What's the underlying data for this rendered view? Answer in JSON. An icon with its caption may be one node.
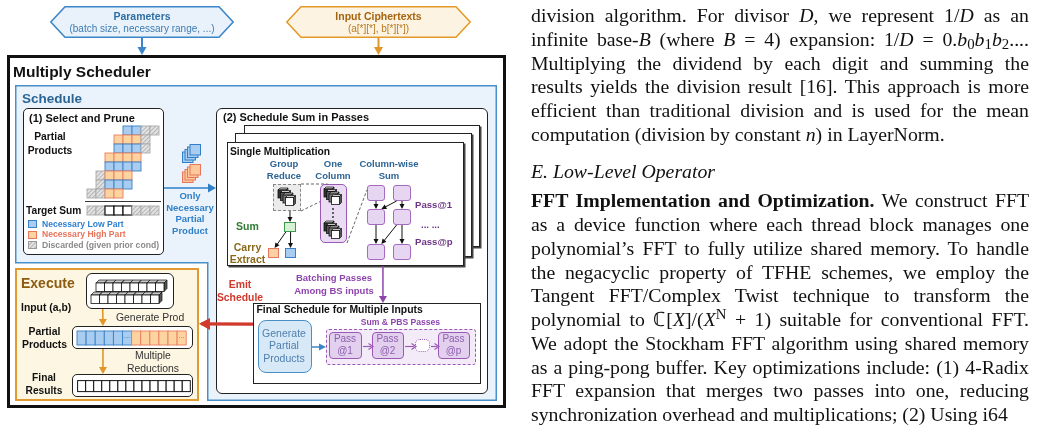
{
  "diagram": {
    "nodes": [
      {
        "text": [
          "Parameters",
          "(batch size, necessary range, ...)"
        ]
      },
      {
        "text": [
          "Input Ciphertexts",
          "(a[*][*], b[*][*])"
        ]
      },
      {
        "text": [
          "Multiply Scheduler"
        ]
      },
      {
        "text": [
          "Schedule"
        ],
        "in": 2
      },
      {
        "text": [
          "(1) Select and Prune"
        ],
        "in": 3
      },
      {
        "text": [
          "(2) Schedule Sum in Passes"
        ],
        "in": 3
      },
      {
        "text": [
          "Single Multiplication"
        ],
        "in": 5
      },
      {
        "text": [],
        "shape": "box",
        "in": 6
      },
      {
        "text": [],
        "shape": "box",
        "beside": [
          "Sum"
        ],
        "in": 6
      },
      {
        "text": [],
        "shape": "box",
        "beside": [
          "Carry Extract"
        ],
        "in": 6
      },
      {
        "text": [],
        "shape": "box",
        "in": 6
      },
      {
        "text": [],
        "shape": "box",
        "in": 6
      },
      {
        "text": [],
        "shape": "box",
        "in": 6
      },
      {
        "text": [],
        "shape": "box",
        "in": 6
      },
      {
        "text": [],
        "shape": "box",
        "in": 6
      },
      {
        "text": [],
        "shape": "box",
        "in": 6
      },
      {
        "text": [],
        "shape": "box",
        "in": 6
      },
      {
        "text": [],
        "shape": "box",
        "in": 6
      },
      {
        "text": [
          "Final Schedule for Multiple Inputs"
        ],
        "in": 5
      },
      {
        "text": [
          "Generate Partial Products"
        ],
        "in": 18
      },
      {
        "text": [
          "Sum & PBS Passes"
        ],
        "in": 18
      },
      {
        "text": [
          "Pass @1"
        ],
        "in": 20
      },
      {
        "text": [
          "Pass @2"
        ],
        "in": 20
      },
      {
        "text": [],
        "shape": "box",
        "in": 20
      },
      {
        "text": [
          "Pass @p"
        ],
        "in": 20
      },
      {
        "text": [
          "Execute"
        ],
        "in": 2
      },
      {
        "text": [],
        "shape": "box",
        "beside": [
          "Input (a,b)"
        ],
        "in": 25
      },
      {
        "text": [
          "...",
          "..."
        ],
        "beside": [
          "Partial Products"
        ],
        "in": 25
      },
      {
        "text": [],
        "shape": "box",
        "beside": [
          "Final Results"
        ],
        "in": 25
      }
    ],
    "edges": [
      {
        "from": 0,
        "to": 2,
        "arrow": "to",
        "color": "#3a86c8"
      },
      {
        "from": 1,
        "to": 2,
        "arrow": "to",
        "color": "#e0962a"
      },
      {
        "from": 4,
        "to": 5,
        "arrow": "to",
        "label": "Only Necessary Partial Product",
        "color": "#2f7fc8"
      },
      {
        "from": 7,
        "to": 11,
        "arrow": "none",
        "style": "dashed",
        "color": "#666666"
      },
      {
        "from": 7,
        "to": 11,
        "arrow": "none",
        "style": "dashed",
        "color": "#666666"
      },
      {
        "from": 7,
        "to": 8,
        "arrow": "to"
      },
      {
        "from": 8,
        "to": 9,
        "arrow": "to"
      },
      {
        "from": 8,
        "to": 10,
        "arrow": "to"
      },
      {
        "from": 11,
        "to": 12,
        "arrow": "none",
        "style": "dashed",
        "color": "#666666"
      },
      {
        "from": 12,
        "to": 14,
        "arrow": "to"
      },
      {
        "from": 13,
        "to": 14,
        "arrow": "to"
      },
      {
        "from": 13,
        "to": 15,
        "arrow": "to"
      },
      {
        "from": 14,
        "to": 16,
        "arrow": "to"
      },
      {
        "from": 15,
        "to": 16,
        "arrow": "to"
      },
      {
        "from": 15,
        "to": 17,
        "arrow": "to"
      },
      {
        "from": 6,
        "to": 18,
        "arrow": "to",
        "label": "Batching Passes Among BS inputs",
        "color": "#8e44ad"
      },
      {
        "from": 18,
        "to": 25,
        "arrow": "to",
        "label": "Emit Schedule",
        "style": "thick",
        "color": "#d0392b"
      },
      {
        "from": 19,
        "to": 20,
        "arrow": "to",
        "color": "#3f85c6"
      },
      {
        "from": 21,
        "to": 22,
        "arrow": "to",
        "color": "#9b59b6"
      },
      {
        "from": 22,
        "to": 23,
        "arrow": "to",
        "color": "#9b59b6"
      },
      {
        "from": 23,
        "to": 24,
        "arrow": "to",
        "color": "#9b59b6"
      },
      {
        "from": 26,
        "to": 27,
        "arrow": "to",
        "label": "Generate Prod",
        "color": "#e0962a"
      },
      {
        "from": 27,
        "to": 28,
        "arrow": "to",
        "label": "Multiple Reductions",
        "color": "#e0962a"
      }
    ],
    "labels": [
      "Partial Products",
      "Target Sum",
      "Group Reduce",
      "One Column",
      "Column-wise Sum",
      "Pass@1",
      "... ...",
      "Pass@p",
      "division algorithm. For divisor *D*, we represent 1/*D* as an infinite base-*B* (where *B* = 4) expansion: 1/*D* = 0.*b*$_{0}$*b*$_{1}$*b*$_{2}$.... Multiplying the dividend by each digit and summing the results yields the division result [16]. This approach is more efficient than traditional division and is used for the mean computation (division by constant *n*) in LayerNorm.",
      "E. Low-Level Operator",
      "**FFT Implementation and Optimization.** We construct FFT as a device function where each thread block manages one polynomial’s FFT to fully utilize shared memory. To handle the negacyclic property of TFHE schemes, we employ the Tangent FFT/Complex Twist technique to transform the polynomial to ℂ[*X*]/(*X*$^{N}$ + 1) suitable for conventional FFT. We adopt the Stockham FFT algorithm using shared memory as a ping-pong buffer. Key optimizations include: (1) 4-Radix FFT expansion that merges two passes into one, reducing synchronization overhead and multiplications; (2) Using i64"
    ],
    "legend": [
      {
        "text": "Necessary Low Part",
        "color": "#a9cdf0"
      },
      {
        "text": "Necessary High Part",
        "color": "#fdd3a0"
      },
      {
        "text": "Discarded (given prior cond)"
      }
    ]
  }
}
